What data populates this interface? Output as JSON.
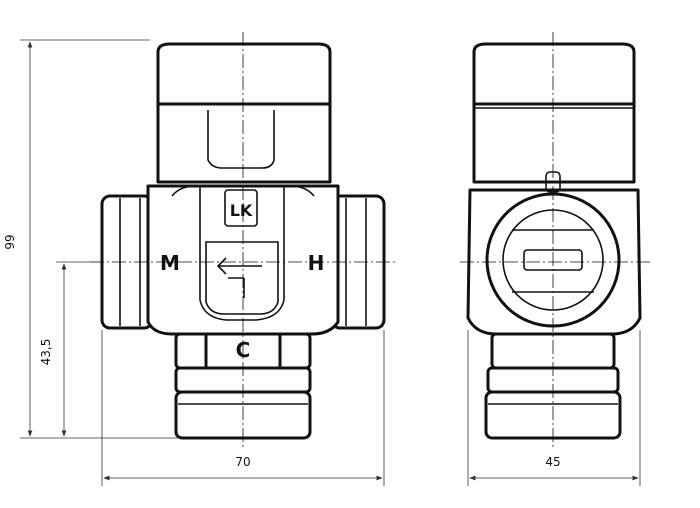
{
  "dimensions": {
    "height_total": "99",
    "height_axis": "43,5",
    "width_front": "70",
    "width_side": "45"
  },
  "ports": {
    "mixed": "M",
    "hot": "H",
    "cold": "C"
  },
  "logo": {
    "text": "LK"
  },
  "colors": {
    "line": "#111111",
    "background": "#ffffff"
  }
}
